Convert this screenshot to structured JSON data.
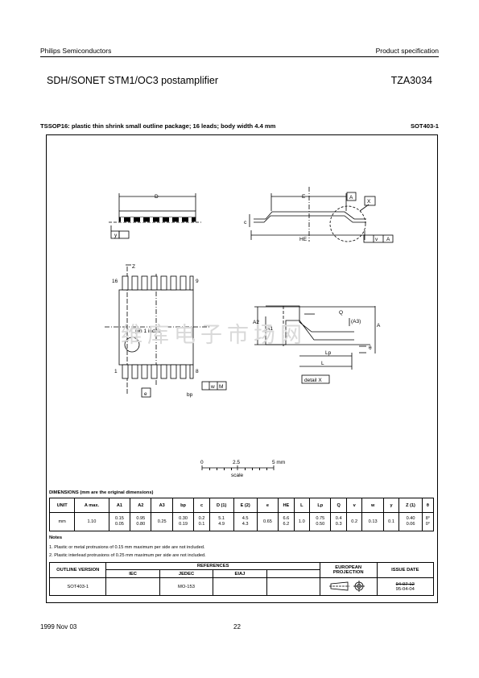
{
  "header": {
    "company": "Philips Semiconductors",
    "doc_type": "Product specification",
    "title": "SDH/SONET STM1/OC3 postamplifier",
    "part": "TZA3034"
  },
  "package": {
    "title": "TSSOP16: plastic thin shrink small outline package; 16 leads; body width 4.4 mm",
    "code": "SOT403-1"
  },
  "drawing": {
    "labels": {
      "D": "D",
      "E": "E",
      "A": "A",
      "X": "X",
      "c": "c",
      "y": "y",
      "HE": "HE",
      "v": "v",
      "M": "M",
      "Z": "Z",
      "pin16": "16",
      "pin9": "9",
      "pin1": "1",
      "pin8": "8",
      "pin1_index": "pin 1 index",
      "e": "e",
      "bp": "bp",
      "w": "w",
      "Q": "Q",
      "A1": "A1",
      "A2": "A2",
      "A3": "(A3)",
      "Lp": "Lp",
      "L": "L",
      "theta": "θ",
      "detail": "detail X"
    },
    "scale": {
      "zero": "0",
      "mid": "2.5",
      "end": "5 mm",
      "caption": "scale"
    }
  },
  "dimensions": {
    "title": "DIMENSIONS (mm are the original dimensions)",
    "headers": [
      "UNIT",
      "A max.",
      "A1",
      "A2",
      "A3",
      "bp",
      "c",
      "D (1)",
      "E (2)",
      "e",
      "HE",
      "L",
      "Lp",
      "Q",
      "v",
      "w",
      "y",
      "Z (1)",
      "θ"
    ],
    "row": [
      "mm",
      "1.10",
      "0.15\n0.05",
      "0.95\n0.80",
      "0.25",
      "0.30\n0.19",
      "0.2\n0.1",
      "5.1\n4.9",
      "4.5\n4.3",
      "0.65",
      "6.6\n6.2",
      "1.0",
      "0.75\n0.50",
      "0.4\n0.3",
      "0.2",
      "0.13",
      "0.1",
      "0.40\n0.06",
      "8°\n0°"
    ]
  },
  "notes": {
    "title": "Notes",
    "items": [
      "1. Plastic or metal protrusions of 0.15 mm maximum per side are not included.",
      "2. Plastic interlead protrusions of 0.25 mm maximum per side are not included."
    ]
  },
  "references": {
    "outline_version_label": "OUTLINE VERSION",
    "references_label": "REFERENCES",
    "iec_label": "IEC",
    "jedec_label": "JEDEC",
    "eiaj_label": "EIAJ",
    "european_projection_label": "EUROPEAN PROJECTION",
    "issue_date_label": "ISSUE DATE",
    "outline_version": "SOT403-1",
    "iec": "",
    "jedec": "MO-153",
    "eiaj": "",
    "issue_date_old": "94-07-12",
    "issue_date": "95-04-04"
  },
  "watermark": "维库电子市场网",
  "footer": {
    "date": "1999 Nov 03",
    "page": "22"
  }
}
